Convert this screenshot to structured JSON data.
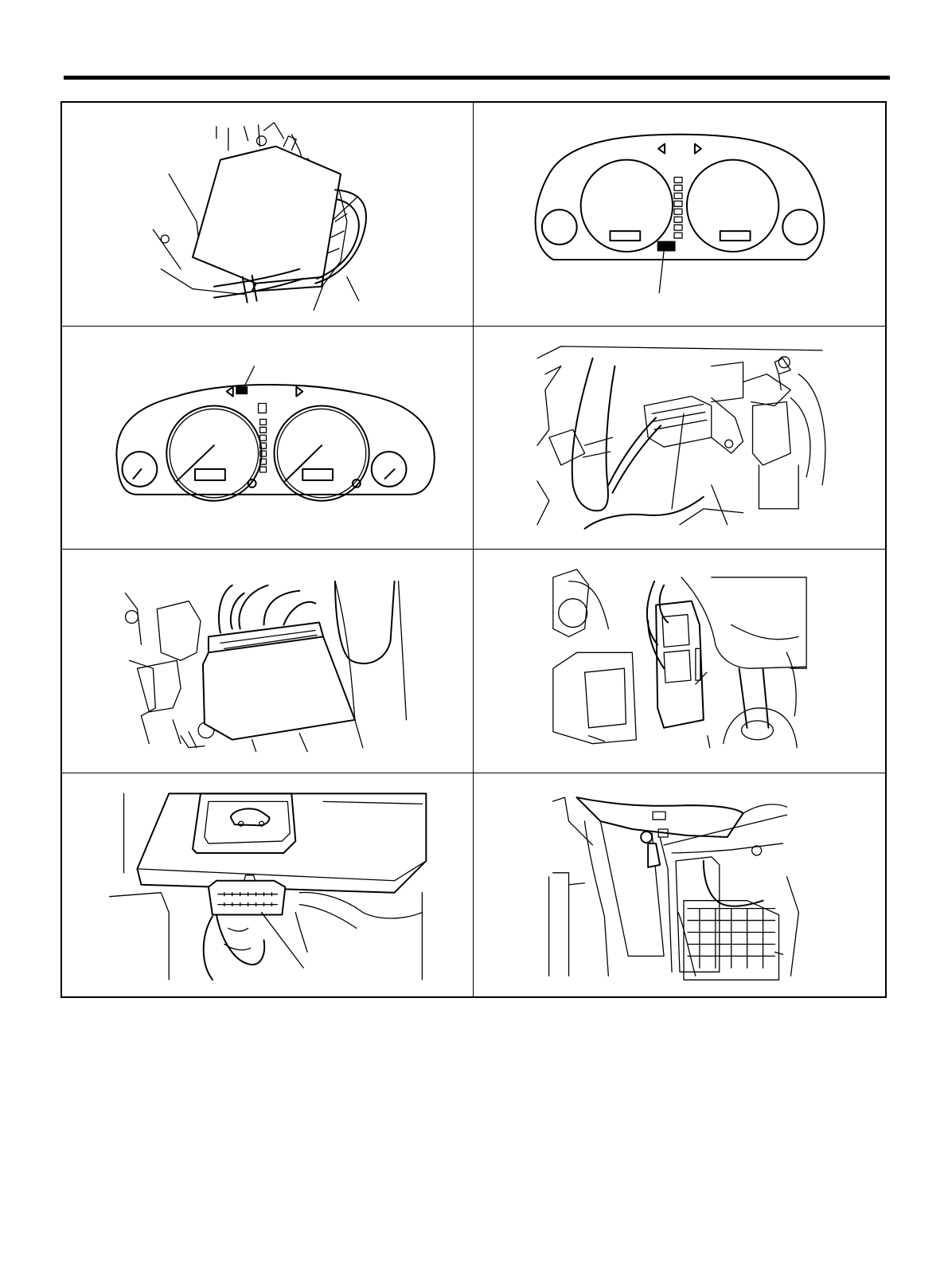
{
  "figures": [
    {
      "id": "fig-1",
      "subject": "control-unit-module"
    },
    {
      "id": "fig-2",
      "subject": "combination-meter-indicator"
    },
    {
      "id": "fig-3",
      "subject": "combination-meter-turn-indicator"
    },
    {
      "id": "fig-4",
      "subject": "under-dash-connector"
    },
    {
      "id": "fig-5",
      "subject": "module-connector"
    },
    {
      "id": "fig-6",
      "subject": "module-behind-column"
    },
    {
      "id": "fig-7",
      "subject": "data-link-connector"
    },
    {
      "id": "fig-8",
      "subject": "ground-terminal-fuse-box"
    }
  ]
}
